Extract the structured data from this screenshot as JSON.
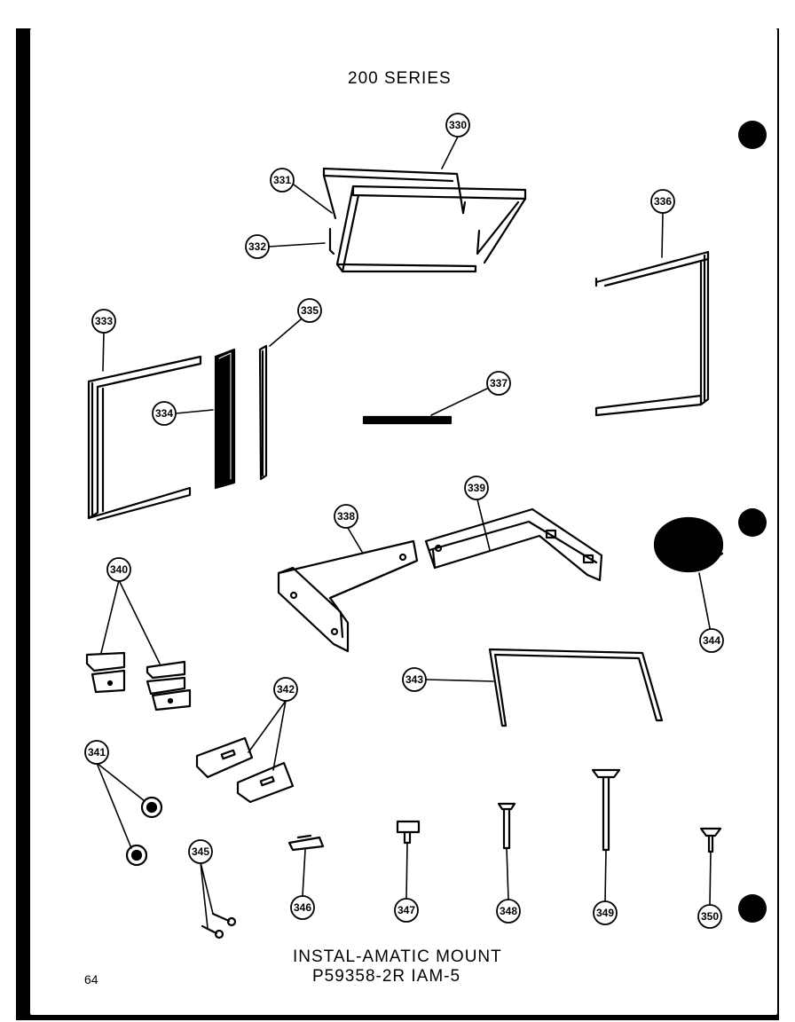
{
  "header": {
    "title": "200 SERIES"
  },
  "footer": {
    "title": "INSTAL-AMATIC MOUNT",
    "model": "P59358-2R  IAM-5",
    "page_number": "64"
  },
  "callouts": [
    "330",
    "331",
    "332",
    "333",
    "334",
    "335",
    "336",
    "337",
    "338",
    "339",
    "340",
    "341",
    "342",
    "343",
    "344",
    "345",
    "346",
    "347",
    "348",
    "349",
    "350"
  ],
  "colors": {
    "ink": "#000000",
    "paper": "#ffffff"
  }
}
